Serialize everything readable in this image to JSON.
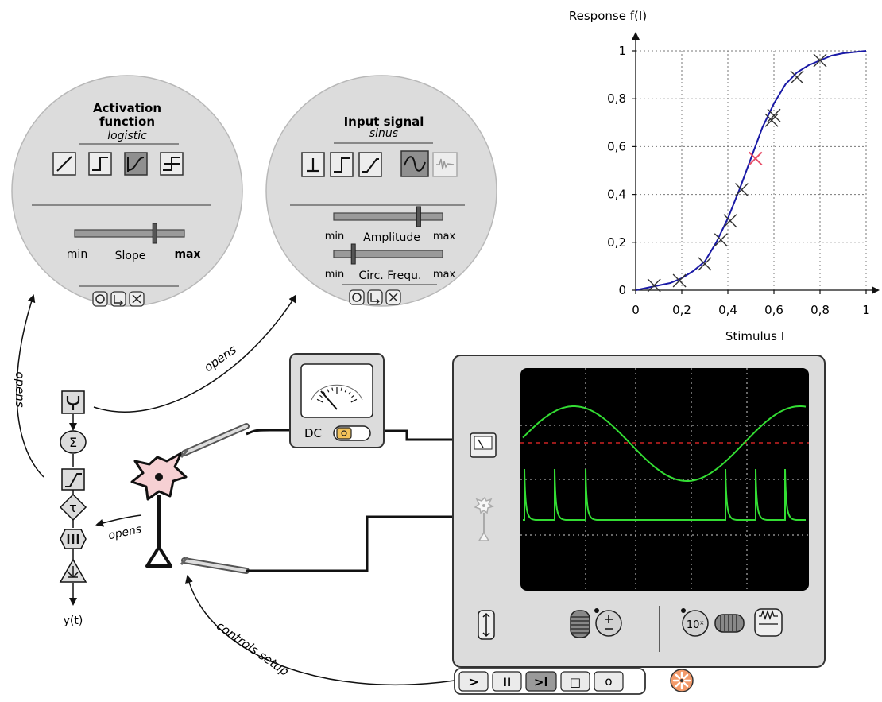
{
  "activation_panel": {
    "title_line1": "Activation",
    "title_line2": "function",
    "subtitle": "logistic",
    "slider_min": "min",
    "slider_label": "Slope",
    "slider_max": "max",
    "slider_value": 0.73,
    "selected_function": "logistic"
  },
  "input_panel": {
    "title": "Input signal",
    "subtitle": "sinus",
    "amplitude_min": "min",
    "amplitude_label": "Amplitude",
    "amplitude_max": "max",
    "amplitude_value": 0.78,
    "frequency_min": "min",
    "frequency_label": "Circ. Frequ.",
    "frequency_max": "max",
    "frequency_value": 0.18,
    "selected_signal": "sinus"
  },
  "annotations": {
    "opens_activation": "opens",
    "opens_input": "opens",
    "opens_neuron": "opens",
    "controls_setup": "controls setup"
  },
  "pipeline": {
    "sum_symbol": "Σ",
    "tau_symbol": "τ",
    "output_label": "y(t)"
  },
  "meter": {
    "label": "DC"
  },
  "oscilloscope": {
    "zoom_label": "10ˣ",
    "background": "#000000",
    "trace_color": "#33dd33",
    "reference_color": "#cc2222"
  },
  "transport": {
    "play": ">",
    "pause": "II",
    "step": ">I",
    "stop": "□",
    "record": "o"
  },
  "chart_data": {
    "type": "line",
    "title": "Response f(I)",
    "xlabel": "Stimulus I",
    "ylabel": "Response f(I)",
    "xlim": [
      0,
      1
    ],
    "ylim": [
      0,
      1
    ],
    "x_ticks": [
      "0",
      "0,2",
      "0,4",
      "0,6",
      "0,8",
      "1"
    ],
    "y_ticks": [
      "0",
      "0,2",
      "0,4",
      "0,6",
      "0,8",
      "1"
    ],
    "grid": true,
    "x": [
      0,
      0.05,
      0.1,
      0.15,
      0.2,
      0.25,
      0.3,
      0.35,
      0.4,
      0.45,
      0.5,
      0.55,
      0.6,
      0.65,
      0.7,
      0.75,
      0.8,
      0.85,
      0.9,
      0.95,
      1.0
    ],
    "curve": [
      0.0,
      0.01,
      0.02,
      0.03,
      0.05,
      0.08,
      0.12,
      0.2,
      0.3,
      0.42,
      0.55,
      0.68,
      0.78,
      0.86,
      0.91,
      0.94,
      0.96,
      0.98,
      0.99,
      0.995,
      1.0
    ],
    "samples_x": [
      0.08,
      0.19,
      0.3,
      0.37,
      0.41,
      0.46,
      0.59,
      0.6,
      0.7,
      0.8
    ],
    "samples_y": [
      0.02,
      0.04,
      0.11,
      0.21,
      0.29,
      0.42,
      0.71,
      0.73,
      0.89,
      0.96
    ],
    "current_x": 0.52,
    "current_y": 0.55,
    "curve_color": "#1a1aa6",
    "marker_color": "#333333",
    "current_color": "#e8506a"
  }
}
